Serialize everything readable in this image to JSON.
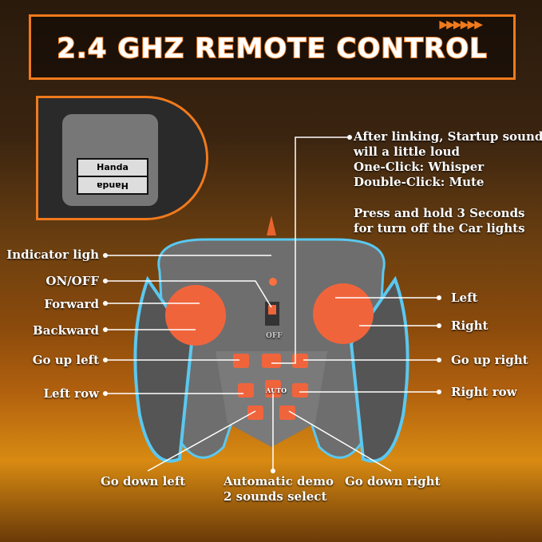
{
  "title": "2.4 GHZ REMOTE CONTROL",
  "battery_brand": "Handa",
  "switch_label": "OFF",
  "auto_button": "AUTO",
  "note": {
    "lines": [
      "After linking, Startup sound",
      "will a little loud",
      "One-Click: Whisper",
      "Double-Click: Mute"
    ],
    "lines2": [
      "Press and hold 3 Seconds",
      "for turn off the Car lights"
    ]
  },
  "labels": {
    "indicator": "Indicator ligh",
    "onoff": "ON/OFF",
    "forward": "Forward",
    "backward": "Backward",
    "go_up_left": "Go up left",
    "left_row": "Left row",
    "left": "Left",
    "right": "Right",
    "go_up_right": "Go up right",
    "right_row": "Right row",
    "go_down_left": "Go down left",
    "auto_demo_1": "Automatic demo",
    "auto_demo_2": "2 sounds select",
    "go_down_right": "Go down right"
  },
  "colors": {
    "accent": "#f07a1c",
    "remote": "#6e6e6e",
    "button": "#f0643c"
  }
}
